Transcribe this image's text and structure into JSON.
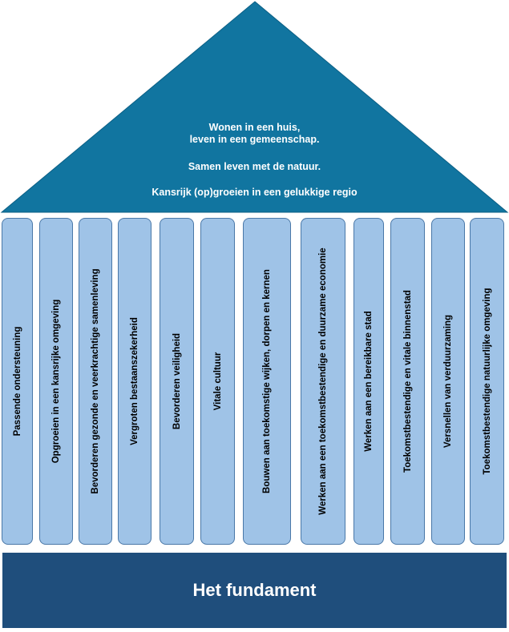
{
  "roof": {
    "line1": "Wonen in een huis,",
    "line2": "leven in een gemeenschap.",
    "line3": "Samen leven met de natuur.",
    "line4": "Kansrijk (op)groeien in een gelukkige regio",
    "color": "#1175a0"
  },
  "pillars": [
    "Passende ondersteuning",
    "Opgroeien in een kansrijke omgeving",
    "Bevorderen gezonde en veerkrachtige samenleving",
    "Vergroten bestaanszekerheid",
    "Bevorderen veiligheid",
    "Vitale cultuur",
    "Bouwen aan toekomstige wijken, dorpen en kernen",
    "Werken aan een toekomstbestendige en duurzame economie",
    "Werken aan een bereikbare stad",
    "Toekomstbestendige en vitale binnenstad",
    "Versnellen van verduurzaming",
    "Toekomstbestendige natuurlijke omgeving"
  ],
  "foundation": {
    "label": "Het fundament",
    "color": "#1f4e7c"
  },
  "pillar_color": "#9fc3e7"
}
